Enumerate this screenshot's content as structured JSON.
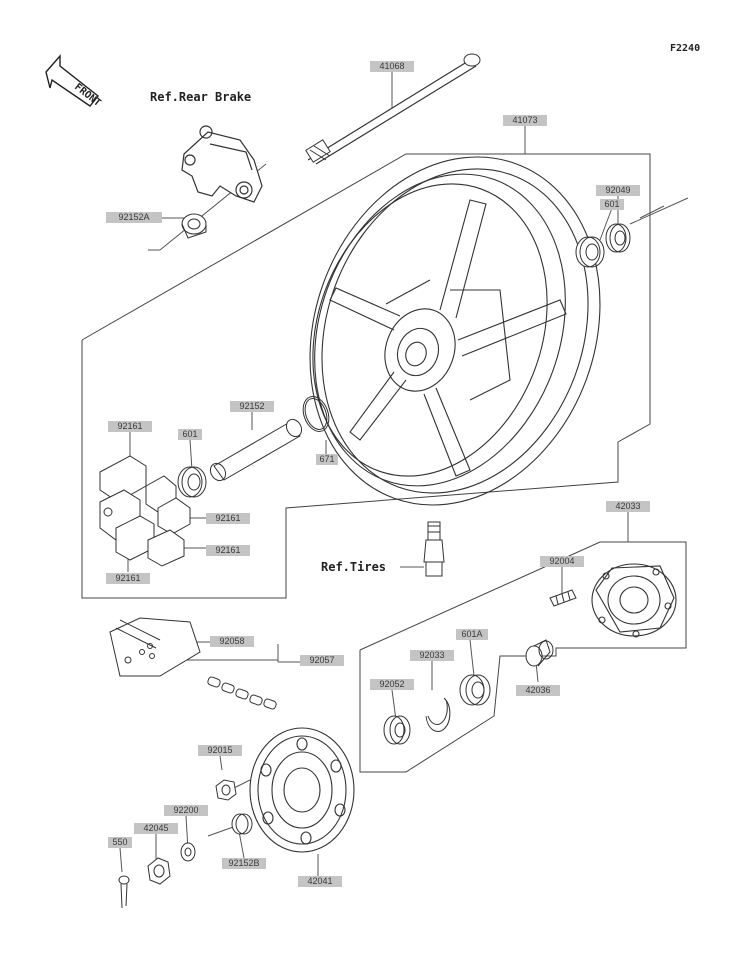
{
  "figure_id": "F2240",
  "front_label": "FRONT",
  "refs": {
    "rear_brake": "Ref.Rear Brake",
    "tires": "Ref.Tires"
  },
  "parts": {
    "p41068": "41068",
    "p41073": "41073",
    "p92049": "92049",
    "p601_top": "601",
    "p92152A": "92152A",
    "p92152": "92152",
    "p92161_top": "92161",
    "p601_mid": "601",
    "p671": "671",
    "p92161_r1": "92161",
    "p92161_r2": "92161",
    "p92161_bl": "92161",
    "p42033": "42033",
    "p92004": "92004",
    "p92058": "92058",
    "p92057": "92057",
    "p601A": "601A",
    "p92033": "92033",
    "p92052": "92052",
    "p42036": "42036",
    "p92015": "92015",
    "p92200": "92200",
    "p42045": "42045",
    "p550": "550",
    "p92152B": "92152B",
    "p42041": "42041"
  }
}
